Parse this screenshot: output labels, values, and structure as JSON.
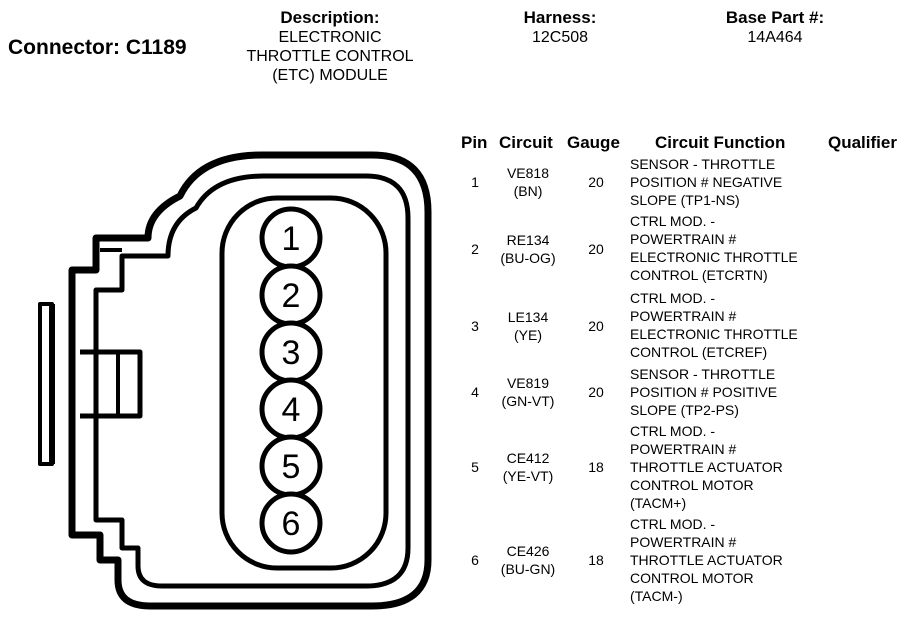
{
  "header": {
    "connector_label": "Connector: C1189",
    "description_label": "Description:",
    "description_lines": [
      "ELECTRONIC",
      "THROTTLE CONTROL",
      "(ETC) MODULE"
    ],
    "harness_label": "Harness:",
    "harness_value": "12C508",
    "base_part_label": "Base Part #:",
    "base_part_value": "14A464"
  },
  "table": {
    "columns": [
      "Pin",
      "Circuit",
      "Gauge",
      "Circuit Function",
      "Qualifier"
    ],
    "rows": [
      {
        "pin": "1",
        "circuit": [
          "VE818",
          "(BN)"
        ],
        "gauge": "20",
        "function": [
          "SENSOR - THROTTLE",
          "POSITION # NEGATIVE",
          "SLOPE (TP1-NS)"
        ],
        "qualifier": ""
      },
      {
        "pin": "2",
        "circuit": [
          "RE134",
          "(BU-OG)"
        ],
        "gauge": "20",
        "function": [
          "CTRL MOD. -",
          "POWERTRAIN #",
          "ELECTRONIC THROTTLE",
          "CONTROL (ETCRTN)"
        ],
        "qualifier": ""
      },
      {
        "pin": "3",
        "circuit": [
          "LE134",
          "(YE)"
        ],
        "gauge": "20",
        "function": [
          "CTRL MOD. -",
          "POWERTRAIN #",
          "ELECTRONIC THROTTLE",
          "CONTROL (ETCREF)"
        ],
        "qualifier": ""
      },
      {
        "pin": "4",
        "circuit": [
          "VE819",
          "(GN-VT)"
        ],
        "gauge": "20",
        "function": [
          "SENSOR - THROTTLE",
          "POSITION # POSITIVE",
          "SLOPE (TP2-PS)"
        ],
        "qualifier": ""
      },
      {
        "pin": "5",
        "circuit": [
          "CE412",
          "(YE-VT)"
        ],
        "gauge": "18",
        "function": [
          "CTRL MOD. -",
          "POWERTRAIN #",
          "THROTTLE ACTUATOR",
          "CONTROL MOTOR",
          "(TACM+)"
        ],
        "qualifier": ""
      },
      {
        "pin": "6",
        "circuit": [
          "CE426",
          "(BU-GN)"
        ],
        "gauge": "18",
        "function": [
          "CTRL MOD. -",
          "POWERTRAIN #",
          "THROTTLE ACTUATOR",
          "CONTROL MOTOR",
          "(TACM-)"
        ],
        "qualifier": ""
      }
    ]
  },
  "diagram": {
    "pin_labels": [
      "1",
      "2",
      "3",
      "4",
      "5",
      "6"
    ]
  }
}
